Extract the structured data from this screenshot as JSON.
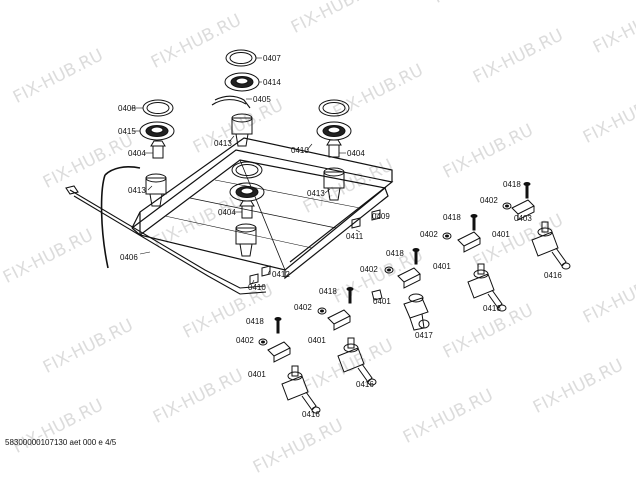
{
  "watermark": "FIX-HUB.RU",
  "footer_code": "58300000107130 aet 000 e 4/5",
  "labels": {
    "p0407": "0407",
    "p0414": "0414",
    "p0405": "0405",
    "p0408": "0408",
    "p0415": "0415",
    "p0404_left": "0404",
    "p0413_top": "0413",
    "p0410_right": "0410",
    "p0404_right": "0404",
    "p0413_left": "0413",
    "p0404_center": "0404",
    "p0413_right": "0413",
    "p0409": "0409",
    "p0411": "0411",
    "p0406": "0406",
    "p0412": "0412",
    "p0410_bottom": "0410",
    "p0418_a": "0418",
    "p0402_a": "0402",
    "p0403": "0403",
    "p0401_a": "0401",
    "p0416_a": "0416",
    "p0418_b": "0418",
    "p0402_b": "0402",
    "p0401_b": "0401",
    "p0418_c": "0418",
    "p0402_c": "0402",
    "p0401_c": "0401",
    "p0416_b": "0416",
    "p0418_d": "0418",
    "p0402_d": "0402",
    "p0401_d": "0401",
    "p0417": "0417",
    "p0418_e": "0418",
    "p0402_e": "0402",
    "p0401_e": "0401",
    "p0416_c": "0416",
    "p0416_d": "0416"
  }
}
